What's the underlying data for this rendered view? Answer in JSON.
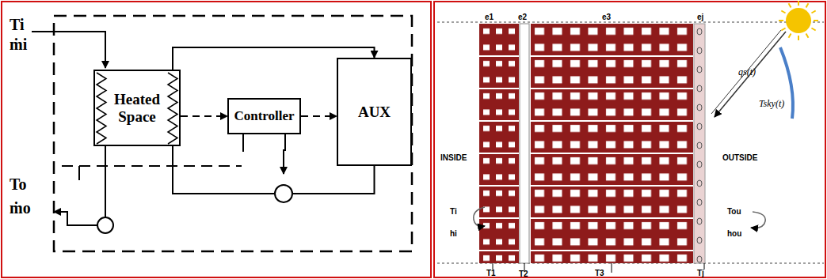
{
  "diagram": {
    "nodes": [
      {
        "text": [
          "Heated Space"
        ]
      },
      {
        "text": [
          "Controller"
        ]
      },
      {
        "text": [
          "AUX"
        ]
      }
    ],
    "edges": [
      {
        "from": 0,
        "to": 1,
        "arrow": "to"
      },
      {
        "from": 1,
        "to": 2,
        "arrow": "to"
      },
      {
        "from": 0,
        "to": 2,
        "arrow": "to"
      },
      {
        "from": 2,
        "to": 0,
        "arrow": "none"
      }
    ],
    "labels": [
      "Ti",
      "ṁi",
      "To",
      "ṁo",
      "e1",
      "e2",
      "e3",
      "ej",
      "INSIDE",
      "OUTSIDE",
      "Ti",
      "hi",
      "Tou",
      "hou",
      "qs(t)",
      "Tsky(t)",
      "T1",
      "T2",
      "T3",
      "Tj"
    ]
  }
}
